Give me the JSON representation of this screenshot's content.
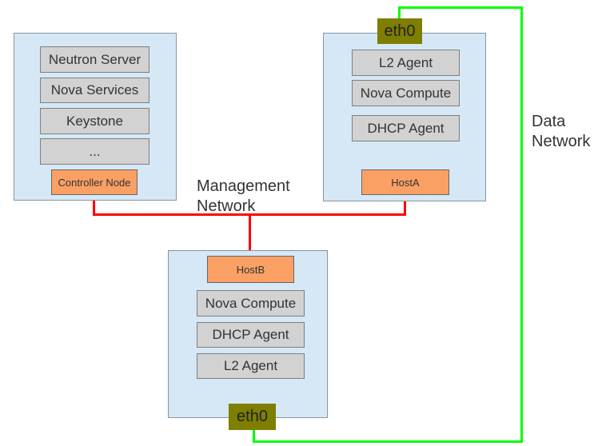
{
  "nodes": {
    "controller": {
      "services": [
        "Neutron Server",
        "Nova Services",
        "Keystone",
        "..."
      ],
      "label": "Controller Node"
    },
    "hostA": {
      "interface": "eth0",
      "services": [
        "L2 Agent",
        "Nova Compute",
        "DHCP Agent"
      ],
      "label": "HostA"
    },
    "hostB": {
      "label": "HostB",
      "services": [
        "Nova Compute",
        "DHCP Agent",
        "L2 Agent"
      ],
      "interface": "eth0"
    }
  },
  "networks": {
    "management": {
      "label": "Management\nNetwork",
      "color": "#ff0000"
    },
    "data": {
      "label": "Data\nNetwork",
      "color": "#00ff00"
    }
  },
  "colors": {
    "node_fill": "#d6e8f5",
    "node_border": "#8595a1",
    "service_fill": "#d2d2d2",
    "service_border": "#7f7f7f",
    "host_fill": "#fba065",
    "host_border": "#666666",
    "interface_fill": "#7e7e00",
    "text_color": "#333333",
    "management_color": "#ff0000",
    "data_color": "#00ff00"
  }
}
